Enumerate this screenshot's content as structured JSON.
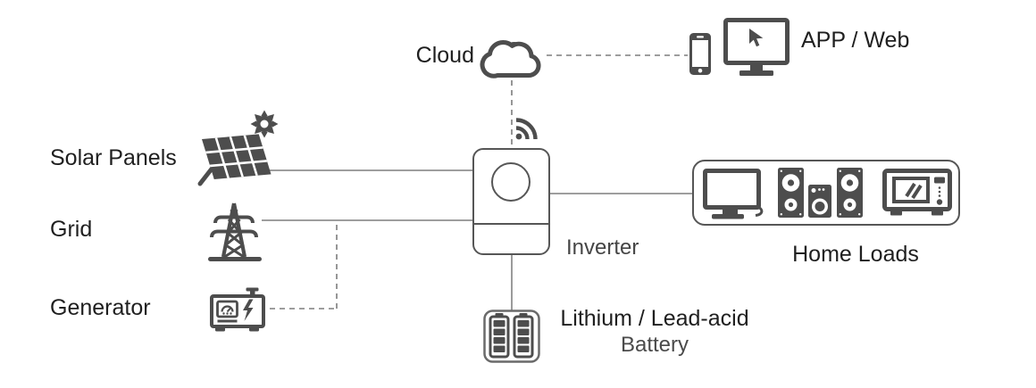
{
  "colors": {
    "background": "#ffffff",
    "label": "#1f1f1f",
    "label_muted": "#474747",
    "icon": "#4d4d4d",
    "box_border": "#565656",
    "solid_line": "#909090",
    "dashed_line": "#7d7d7d"
  },
  "nodes": {
    "cloud": {
      "label": "Cloud",
      "icon": "cloud-icon"
    },
    "app_web": {
      "label": "APP / Web",
      "icons": [
        "smartphone-icon",
        "monitor-cursor-icon"
      ]
    },
    "solar_panels": {
      "label": "Solar Panels",
      "icons": [
        "sun-icon",
        "solar-panel-icon"
      ]
    },
    "grid": {
      "label": "Grid",
      "icon": "transmission-tower-icon"
    },
    "generator": {
      "label": "Generator",
      "icon": "generator-icon"
    },
    "inverter": {
      "label": "Inverter",
      "icons": [
        "wifi-signal-icon"
      ]
    },
    "home_loads": {
      "label": "Home Loads",
      "icons": [
        "tv-icon",
        "speakers-icon",
        "microwave-icon"
      ]
    },
    "battery": {
      "label_line1": "Lithium / Lead-acid",
      "label_line2": "Battery",
      "icon": "battery-pack-icon"
    }
  },
  "edges": [
    {
      "from": "solar_panels",
      "to": "inverter",
      "style": "solid"
    },
    {
      "from": "grid",
      "to": "inverter",
      "style": "solid"
    },
    {
      "from": "generator",
      "to": "grid_line",
      "style": "dashed"
    },
    {
      "from": "inverter",
      "to": "home_loads",
      "style": "solid"
    },
    {
      "from": "inverter",
      "to": "battery",
      "style": "solid"
    },
    {
      "from": "cloud",
      "to": "inverter",
      "style": "dashed"
    },
    {
      "from": "cloud",
      "to": "app_web",
      "style": "dashed"
    }
  ]
}
